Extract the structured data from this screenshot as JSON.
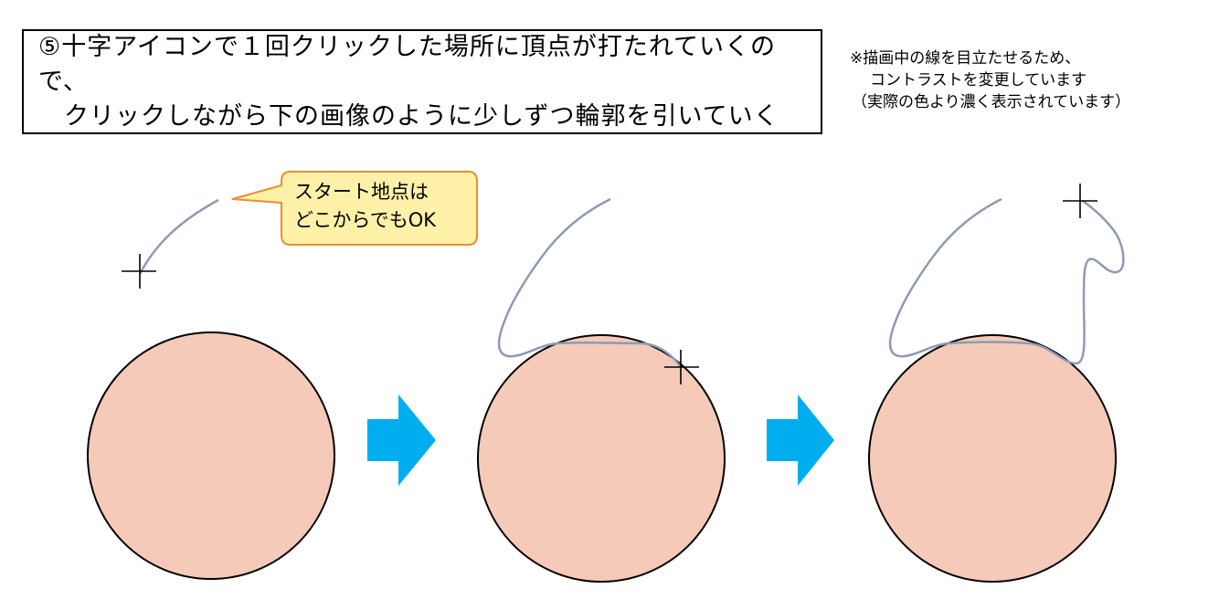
{
  "instruction": {
    "line1": "⑤十字アイコンで１回クリックした場所に頂点が打たれていくので、",
    "line2": "クリックしながら下の画像のように少しずつ輪郭を引いていく"
  },
  "note": {
    "line1": "※描画中の線を目立たせるため、",
    "line2": "コントラストを変更しています",
    "line3": "（実際の色より濃く表示されています）"
  },
  "callout": {
    "line1": "スタート地点は",
    "line2": "どこからでもOK"
  },
  "colors": {
    "circle_fill": "#f5cab8",
    "circle_stroke": "#000000",
    "stroke_line": "#8d9bb3",
    "arrow": "#00aeef",
    "callout_fill": "#fff2a8",
    "callout_stroke": "#f08a32"
  }
}
